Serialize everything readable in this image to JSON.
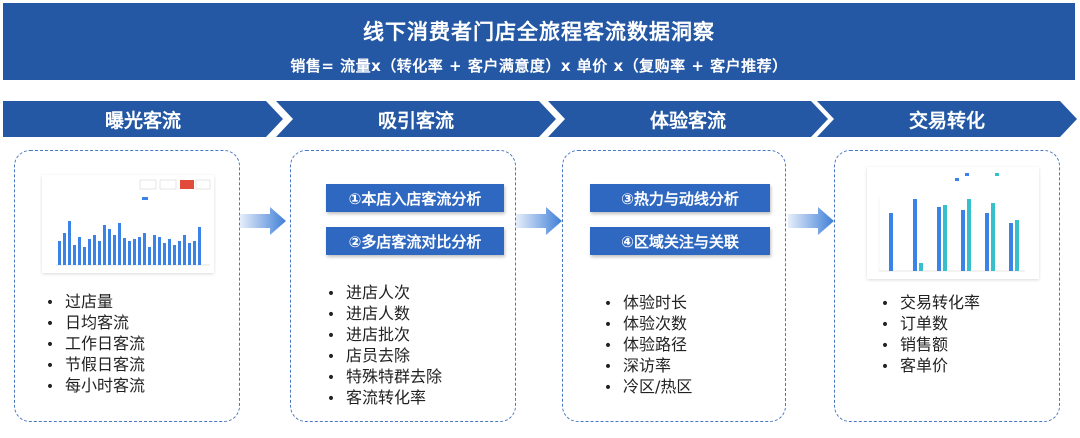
{
  "header": {
    "title": "线下消费者门店全旅程客流数据洞察",
    "formula": "销售= 流量x（转化率 + 客户满意度）x 单价 x（复购率 + 客户推荐）"
  },
  "stages": [
    {
      "label": "曝光客流"
    },
    {
      "label": "吸引客流"
    },
    {
      "label": "体验客流"
    },
    {
      "label": "交易转化"
    }
  ],
  "panels": {
    "exposure": {
      "metrics": [
        "过店量",
        "日均客流",
        "工作日客流",
        "节假日客流",
        "每小时客流"
      ]
    },
    "attract": {
      "boxes": [
        "①本店入店客流分析",
        "②多店客流对比分析"
      ],
      "metrics": [
        "进店人次",
        "进店人数",
        "进店批次",
        "店员去除",
        "特殊特群去除",
        "客流转化率"
      ]
    },
    "experience": {
      "boxes": [
        "③热力与动线分析",
        "④区域关注与关联"
      ],
      "metrics": [
        "体验时长",
        "体验次数",
        "体验路径",
        "深访率",
        "冷区/热区"
      ]
    },
    "transaction": {
      "metrics": [
        "交易转化率",
        "订单数",
        "销售额",
        "客单价"
      ]
    }
  },
  "colors": {
    "header": "#2458a5",
    "stage": "#2458a5",
    "box": "#2f68c1",
    "bar": "#3b83e6",
    "bar_alt": "#35c0cc"
  }
}
